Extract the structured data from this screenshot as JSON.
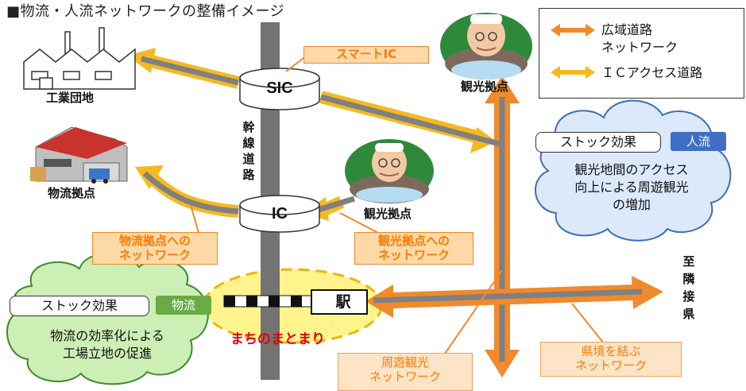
{
  "title": "■物流・人流ネットワークの整備イメージ",
  "legend": {
    "wide_road_label_line1": "広域道路",
    "wide_road_label_line2": "ネットワーク",
    "ic_access_label": "ＩＣアクセス道路",
    "wide_road_color": "#f08a2c",
    "ic_access_color": "#f5b920"
  },
  "nodes": {
    "sic": "SIC",
    "ic": "IC",
    "station": "駅",
    "industrial_park": "工業団地",
    "logistics_base": "物流拠点",
    "tourism_base_top": "観光拠点",
    "tourism_base_mid": "観光拠点",
    "trunk_road": [
      "幹",
      "線",
      "道",
      "路"
    ],
    "neighbor_pref": [
      "至",
      "隣",
      "接",
      "県"
    ]
  },
  "callouts": {
    "smart_ic": "スマートIC",
    "logistics_net_line1": "物流拠点への",
    "logistics_net_line2": "ネットワーク",
    "tourism_net_line1": "観光拠点への",
    "tourism_net_line2": "ネットワーク",
    "excursion_line1": "周遊観光",
    "excursion_line2": "ネットワーク",
    "pref_line1": "県境を結ぶ",
    "pref_line2": "ネットワーク"
  },
  "town": "まちのまとまり",
  "effects": {
    "people": {
      "label": "ストック効果",
      "tag": "人流",
      "line1": "観光地間のアクセス",
      "line2": "向上による周遊観光",
      "line3": "の増加"
    },
    "logistics": {
      "label": "ストック効果",
      "tag": "物流",
      "line1": "物流の効率化による",
      "line2": "工場立地の促進"
    }
  },
  "colors": {
    "orange": "#f08a2c",
    "yellow": "#f5b920",
    "trunk_gray": "#737373",
    "cloud_blue": "#dbe9fb",
    "cloud_green": "#ccefb5",
    "people_tag": "#3f6fc4",
    "logistics_tag": "#6aab45",
    "town_fill": "#fff48c",
    "town_text": "#e8000b"
  }
}
